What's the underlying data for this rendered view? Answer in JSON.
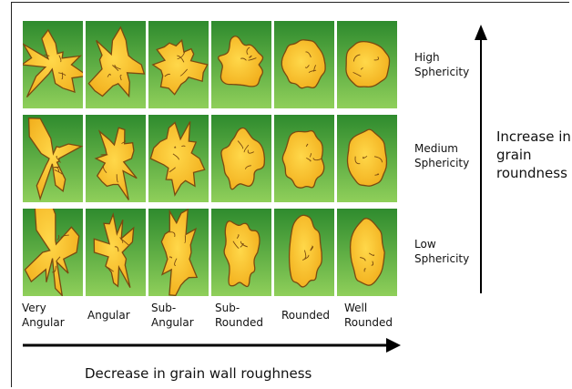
{
  "columns": [
    "Very Angular",
    "Angular",
    "Sub-Angular",
    "Sub-Rounded",
    "Rounded",
    "Well Rounded"
  ],
  "column_label_lines": [
    [
      "Very",
      "Angular"
    ],
    [
      "Angular"
    ],
    [
      "Sub-",
      "Angular"
    ],
    [
      "Sub-",
      "Rounded"
    ],
    [
      "Rounded"
    ],
    [
      "Well",
      "Rounded"
    ]
  ],
  "rows": [
    {
      "lines": [
        "High",
        "Sphericity"
      ]
    },
    {
      "lines": [
        "Medium",
        "Sphericity"
      ]
    },
    {
      "lines": [
        "Low",
        "Sphericity"
      ]
    }
  ],
  "y_axis": {
    "lines": [
      "Increase in",
      "grain",
      "roundness"
    ]
  },
  "x_axis": {
    "text": "Decrease in grain wall roughness"
  },
  "colors": {
    "cell_bg_top": "#2e8b2e",
    "cell_bg_bottom": "#8fcf5a",
    "grain_fill": "#f2b01e",
    "grain_highlight": "#ffd84a",
    "grain_outline": "#7a4a10",
    "arrow": "#000000"
  }
}
